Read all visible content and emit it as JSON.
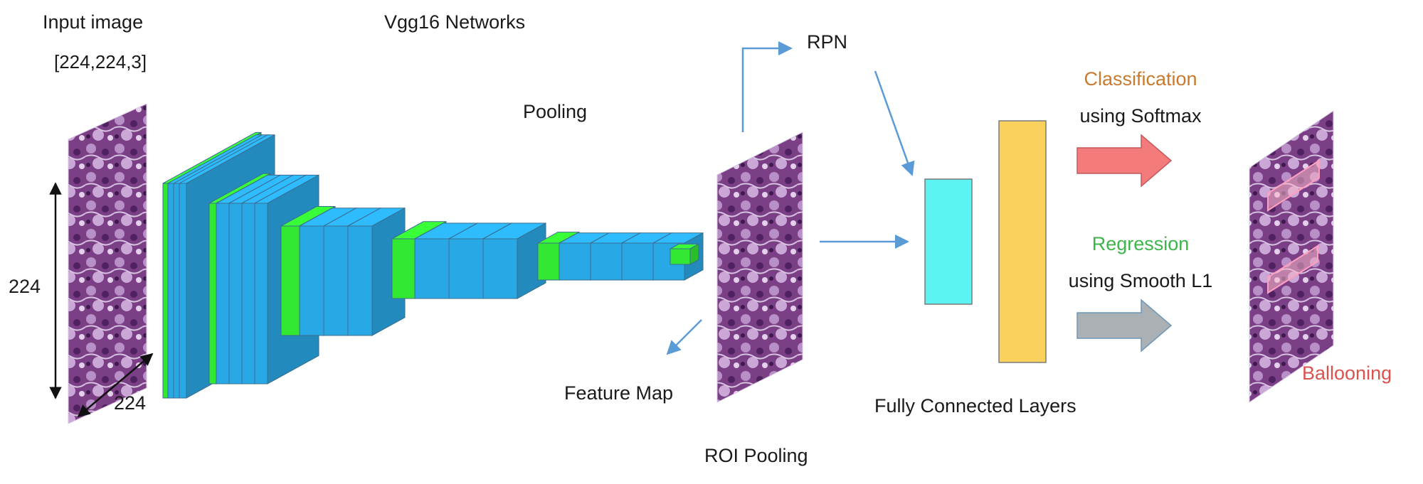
{
  "labels": {
    "input_image": "Input image",
    "input_dims": "[224,224,3]",
    "vgg": "Vgg16 Networks",
    "pooling": "Pooling",
    "rpn": "RPN",
    "classification": "Classification",
    "classification_method": "using Softmax",
    "regression": "Regression",
    "regression_method": "using Smooth L1",
    "ballooning": "Ballooning",
    "feature_map": "Feature Map",
    "fully_connected": "Fully Connected Layers",
    "roi_pooling": "ROI Pooling",
    "height": "224",
    "width": "224"
  },
  "colors": {
    "conv_blue": "#29a8e6",
    "pool_green": "#33e833",
    "fc_cyan": "#5ef3f3",
    "fc_yellow": "#fbd15e",
    "arrow_blue": "#5b9bd5",
    "arrow_red": "#f47b7b",
    "arrow_gray": "#aab0b3",
    "tissue_purple": "#7b3f86",
    "classification_text": "#c97a2e",
    "regression_text": "#3db54a",
    "ballooning_text": "#d9534f"
  },
  "icons": [
    "histology-tile",
    "conv-block",
    "pool-block",
    "fc-layer",
    "block-arrow"
  ]
}
